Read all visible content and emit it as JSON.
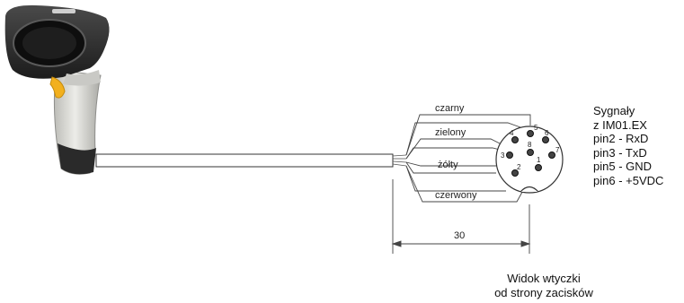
{
  "wires": [
    "czarny",
    "zielony",
    "żółty",
    "czerwony"
  ],
  "pins": [
    "1",
    "2",
    "3",
    "4",
    "5",
    "6",
    "7",
    "8"
  ],
  "signals": {
    "title": "Sygnały",
    "source": "z IM01.EX",
    "lines": [
      "pin2 - RxD",
      "pin3 - TxD",
      "pin5 - GND",
      "pin6 - +5VDC"
    ]
  },
  "dimension": "30",
  "caption": [
    "Widok wtyczki",
    "od strony zacisków"
  ],
  "colors": {
    "scanner_body": "#d9d9d6",
    "scanner_dark": "#2b2b2b",
    "trigger": "#f2b01e",
    "line": "#333333"
  }
}
